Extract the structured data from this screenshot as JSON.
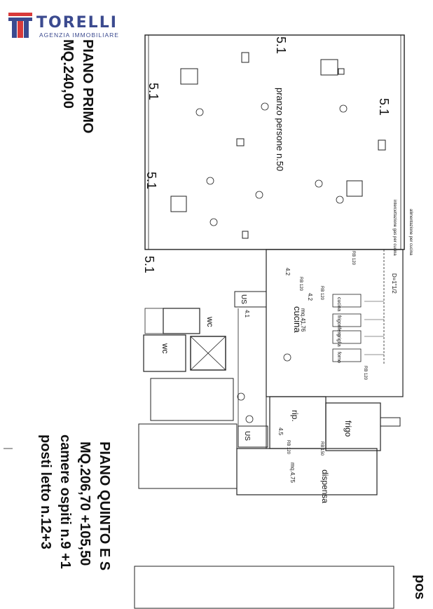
{
  "logo": {
    "brand": "TORELLI",
    "subtitle": "AGENZIA IMMOBILIARE",
    "color": "#3b4a8f",
    "accent": "#d93a3a"
  },
  "floor1": {
    "title": "PIANO PRIMO",
    "area": "MQ.240,00"
  },
  "floor5": {
    "title": "PIANO QUINTO E S",
    "area": "MQ.206,70 +105,50",
    "rooms": "camere ospiti n.9 +1",
    "beds": "posti letto n.12+3"
  },
  "corner_text": "pos",
  "plan_labels": {
    "dining": "pranzo persone n.50",
    "kitchen": "cucina",
    "kitchen_area": "mq.41,76",
    "wc_a": "wc",
    "wc_b": "wc",
    "rip": "rip.",
    "frigo": "frigo",
    "dispensa": "dispensa",
    "dispensa_area": "mq.4,75",
    "us_a": "US",
    "us_b": "US",
    "code_51_a": "5.1",
    "code_51_b": "5.1",
    "code_51_c": "5.1",
    "code_51_d": "5.1",
    "code_51_e": "5.1",
    "code_42_a": "4.2",
    "code_42_b": "4.2",
    "code_45": "4.5",
    "code_41": "4.1",
    "app_cucina": "cucina",
    "app_frigo": "frigorifero",
    "app_griglia": "griglia",
    "app_forno": "forno",
    "gas_note": "D=1\"1/2",
    "rb_120_a": "RB 120",
    "rb_120_b": "RB 120",
    "rb_120_c": "RB 120",
    "rb_120_d": "RB 120",
    "rb_120_e": "RB 120",
    "rb_150": "RB 150",
    "note_aspir": "alimentazione per cucina",
    "note_alim": "intercettazione gas per cucina"
  }
}
